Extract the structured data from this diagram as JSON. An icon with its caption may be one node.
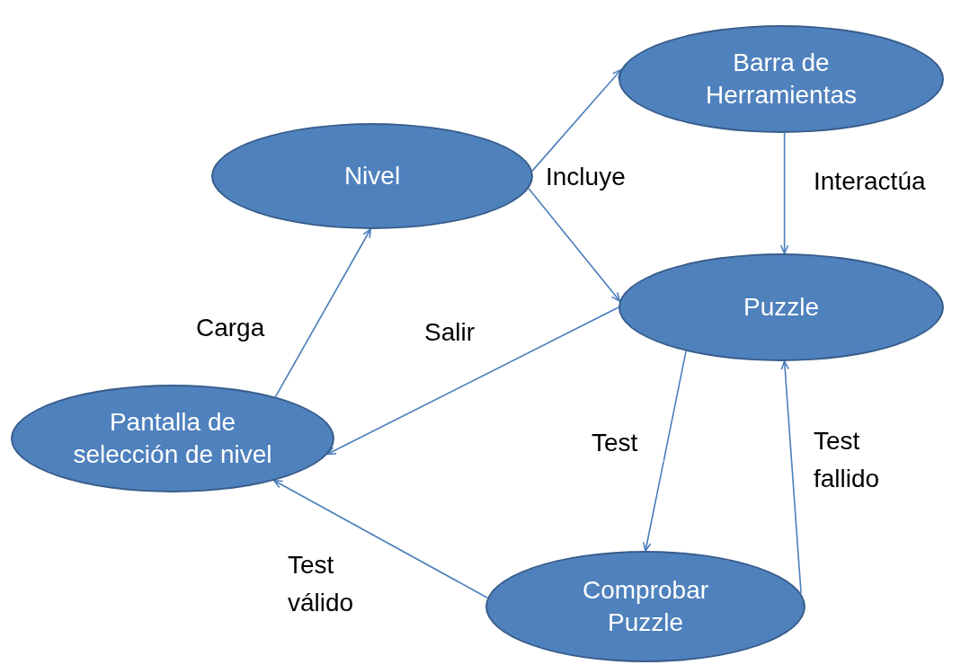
{
  "diagram": {
    "nodes": [
      {
        "text": [
          "Nivel"
        ]
      },
      {
        "text": [
          "Barra de Herramientas"
        ]
      },
      {
        "text": [
          "Puzzle"
        ]
      },
      {
        "text": [
          "Pantalla de selección de nivel"
        ]
      },
      {
        "text": [
          "Comprobar Puzzle"
        ]
      }
    ],
    "edges": [
      {
        "from": 0,
        "to": 1,
        "arrow": "to",
        "label": "Incluye"
      },
      {
        "from": 0,
        "to": 2,
        "arrow": "to"
      },
      {
        "from": 1,
        "to": 2,
        "arrow": "to",
        "label": "Interactúa"
      },
      {
        "from": 3,
        "to": 0,
        "arrow": "to",
        "label": "Carga"
      },
      {
        "from": 2,
        "to": 3,
        "arrow": "to",
        "label": "Salir"
      },
      {
        "from": 2,
        "to": 4,
        "arrow": "to",
        "label": "Test"
      },
      {
        "from": 4,
        "to": 2,
        "arrow": "to",
        "label": "Test fallido"
      },
      {
        "from": 4,
        "to": 3,
        "arrow": "to",
        "label": "Test válido"
      }
    ]
  }
}
